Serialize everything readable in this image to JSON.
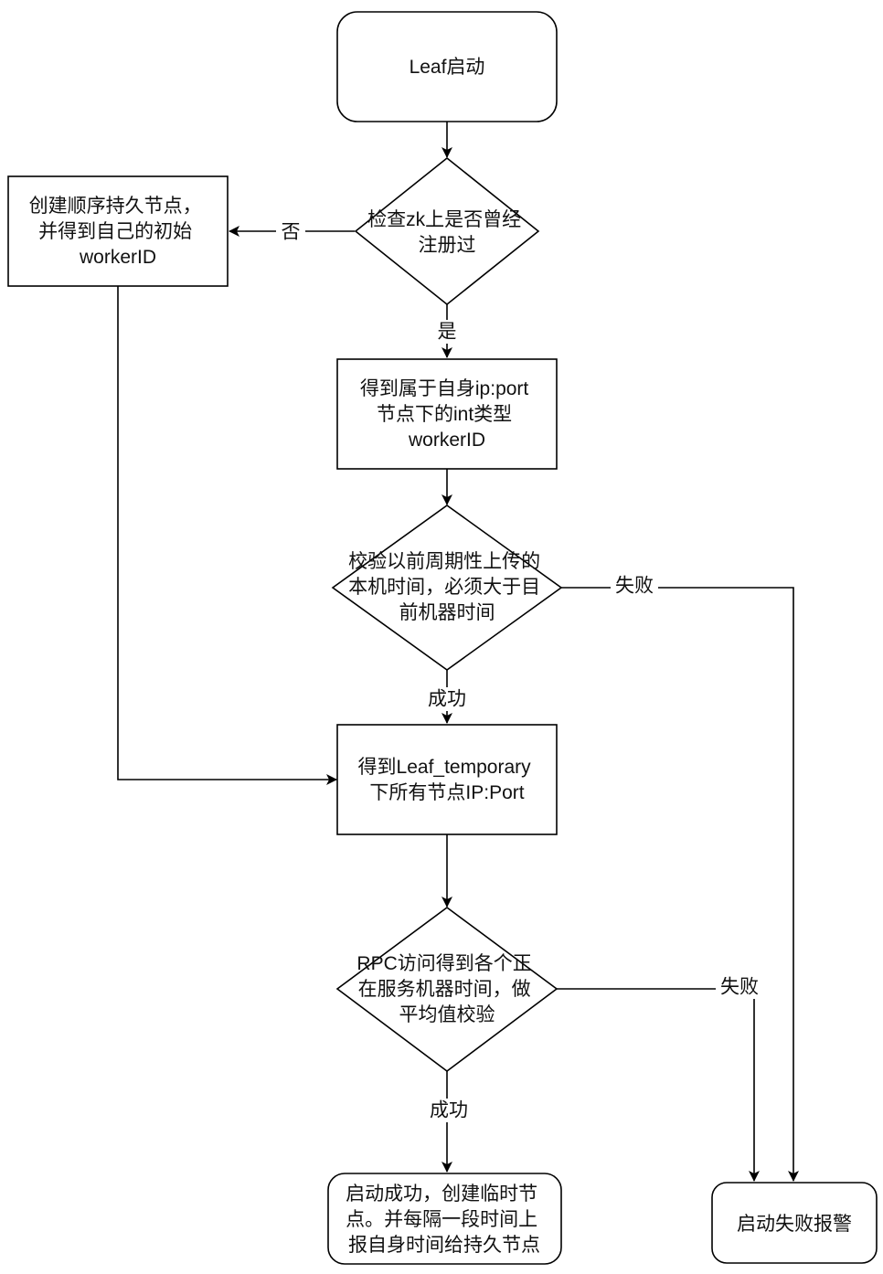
{
  "diagram": {
    "nodes": {
      "start": {
        "lines": [
          "Leaf启动"
        ]
      },
      "check_zk": {
        "lines": [
          "检查zk上是否曾经",
          "注册过"
        ]
      },
      "create_node": {
        "lines": [
          "创建顺序持久节点，",
          "并得到自己的初始",
          "workerID"
        ]
      },
      "get_id": {
        "lines": [
          "得到属于自身ip:port",
          "节点下的int类型",
          "workerID"
        ]
      },
      "check_time": {
        "lines": [
          "校验以前周期性上传的",
          "本机时间，必须大于目",
          "前机器时间"
        ]
      },
      "get_temp": {
        "lines": [
          "得到Leaf_temporary",
          "下所有节点IP:Port"
        ]
      },
      "rpc_check": {
        "lines": [
          "RPC访问得到各个正",
          "在服务机器时间，做",
          "平均值校验"
        ]
      },
      "success": {
        "lines": [
          "启动成功，创建临时节",
          "点。并每隔一段时间上",
          "报自身时间给持久节点"
        ]
      },
      "fail": {
        "lines": [
          "启动失败报警"
        ]
      }
    },
    "edge_labels": {
      "no": "否",
      "yes": "是",
      "fail1": "失败",
      "success1": "成功",
      "fail2": "失败",
      "success2": "成功"
    }
  }
}
